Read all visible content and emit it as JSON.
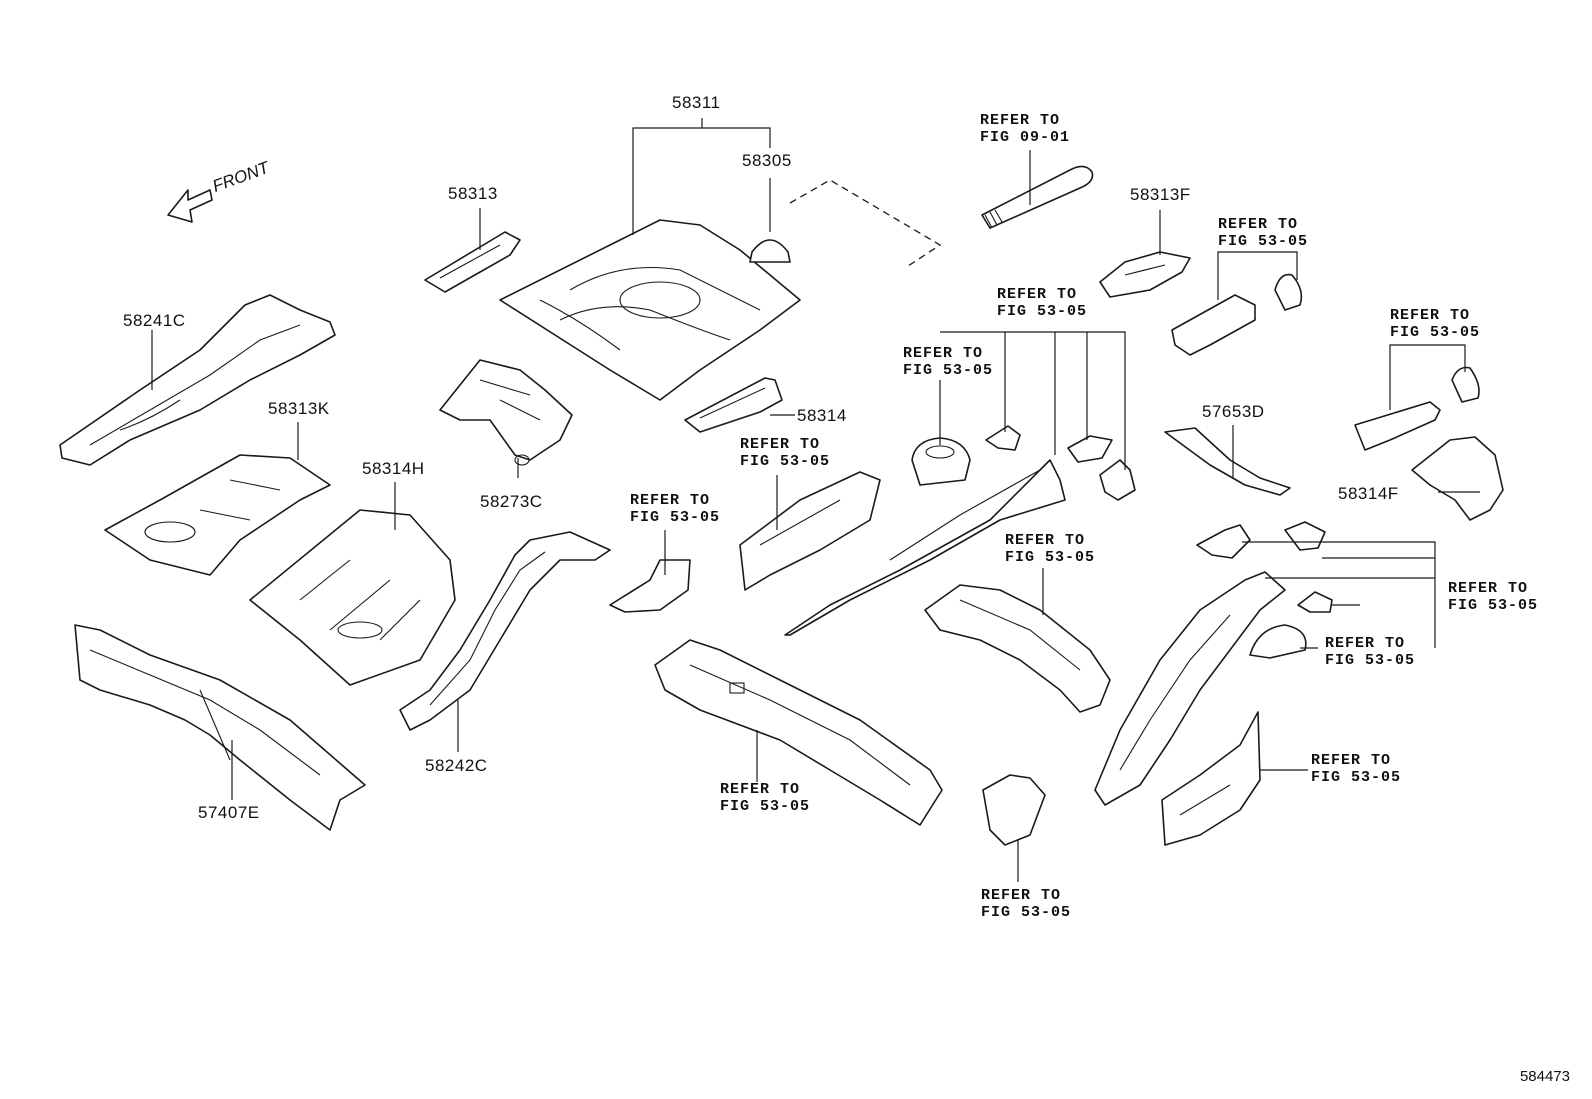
{
  "front_label": "FRONT",
  "diagram_code": "584473",
  "part_labels": {
    "p58311": "58311",
    "p58305": "58305",
    "p58313": "58313",
    "p58313F": "58313F",
    "p58241C": "58241C",
    "p58313K": "58313K",
    "p58314H": "58314H",
    "p58273C": "58273C",
    "p58314": "58314",
    "p58242C": "58242C",
    "p57407E": "57407E",
    "p57653D": "57653D",
    "p58314F": "58314F"
  },
  "refer_labels": {
    "fig0901": {
      "line1": "REFER TO",
      "line2": "FIG 09-01"
    },
    "r_tr": {
      "line1": "REFER TO",
      "line2": "FIG 53-05"
    },
    "r_cr": {
      "line1": "REFER TO",
      "line2": "FIG 53-05"
    },
    "r_mid_top": {
      "line1": "REFER TO",
      "line2": "FIG 53-05"
    },
    "r_mid_left": {
      "line1": "REFER TO",
      "line2": "FIG 53-05"
    },
    "r_center_a": {
      "line1": "REFER TO",
      "line2": "FIG 53-05"
    },
    "r_center_b": {
      "line1": "REFER TO",
      "line2": "FIG 53-05"
    },
    "r_center_c": {
      "line1": "REFER TO",
      "line2": "FIG 53-05"
    },
    "r_right_a": {
      "line1": "REFER TO",
      "line2": "FIG 53-05"
    },
    "r_right_b": {
      "line1": "REFER TO",
      "line2": "FIG 53-05"
    },
    "r_bottom_mid": {
      "line1": "REFER TO",
      "line2": "FIG 53-05"
    },
    "r_bottom_right": {
      "line1": "REFER TO",
      "line2": "FIG 53-05"
    },
    "r_bottom": {
      "line1": "REFER TO",
      "line2": "FIG 53-05"
    }
  }
}
